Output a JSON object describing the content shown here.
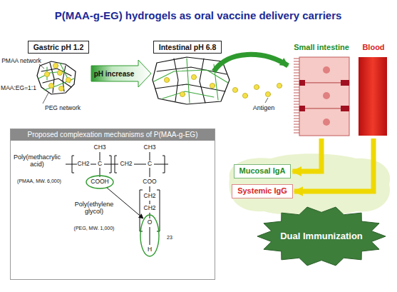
{
  "diagram": {
    "title": "P(MAA-g-EG) hydrogels as oral vaccine delivery carriers",
    "nodes": [
      {
        "text": [
          "Gastric pH 1.2"
        ]
      },
      {
        "text": [
          "Intestinal pH 6.8"
        ]
      },
      {
        "text": [
          "Small intestine"
        ]
      },
      {
        "text": [
          "Blood"
        ]
      },
      {
        "text": [
          "Proposed complexation mechanisms of P(MAA-g-EG)"
        ]
      },
      {
        "text": [
          "Mucosal IgA"
        ]
      },
      {
        "text": [
          "Systemic IgG"
        ]
      },
      {
        "text": [
          "Dual Immunization"
        ]
      }
    ],
    "edges": [
      {
        "from": 2,
        "to": 5,
        "arrow": "to"
      },
      {
        "from": 3,
        "to": 6,
        "arrow": "to"
      }
    ],
    "labels": [
      "PMAA network",
      "MAA:EG=1:1",
      "PEG network",
      "pH increase",
      "Antigen",
      "Poly(methacrylic acid)",
      "(PMAA, MW. 6,000)",
      "CH3",
      "CH3",
      "CH2",
      "C",
      "CH2",
      "C",
      "COOH",
      "COO",
      "Poly(ethylene glycol)",
      "(PEG, MW. 1,000)",
      "CH2",
      "CH2",
      "O",
      "H",
      "23"
    ]
  }
}
